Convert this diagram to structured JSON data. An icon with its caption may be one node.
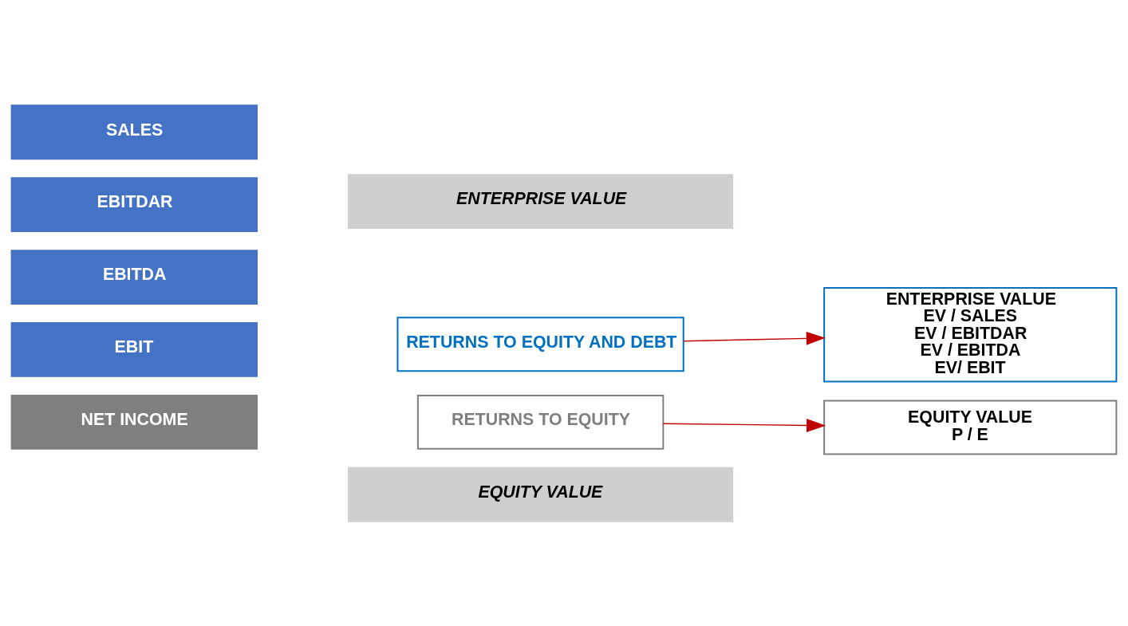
{
  "diagram": {
    "nodes": [
      {
        "text": [
          "SALES"
        ]
      },
      {
        "text": [
          "EBITDAR"
        ]
      },
      {
        "text": [
          "EBITDA"
        ]
      },
      {
        "text": [
          "EBIT"
        ]
      },
      {
        "text": [
          "RETURNS TO EQUITY AND DEBT"
        ]
      },
      {
        "text": [
          "ENTERPRISE VALUE",
          "EV / SALES",
          "EV / EBITDAR",
          "EV / EBITDA",
          "EV/ EBIT"
        ]
      },
      {
        "text": [
          "NET INCOME"
        ]
      },
      {
        "text": [
          "RETURNS TO EQUITY"
        ]
      },
      {
        "text": [
          "EQUITY VALUE",
          "P / E"
        ]
      },
      {
        "text": [
          "ENTERPRISE VALUE"
        ]
      },
      {
        "text": [
          "EQUITY VALUE"
        ]
      }
    ],
    "edges": [
      {
        "from": 4,
        "to": 5,
        "arrow": "to",
        "color": "#c00000"
      },
      {
        "from": 7,
        "to": 8,
        "arrow": "to",
        "color": "#c00000"
      }
    ]
  }
}
